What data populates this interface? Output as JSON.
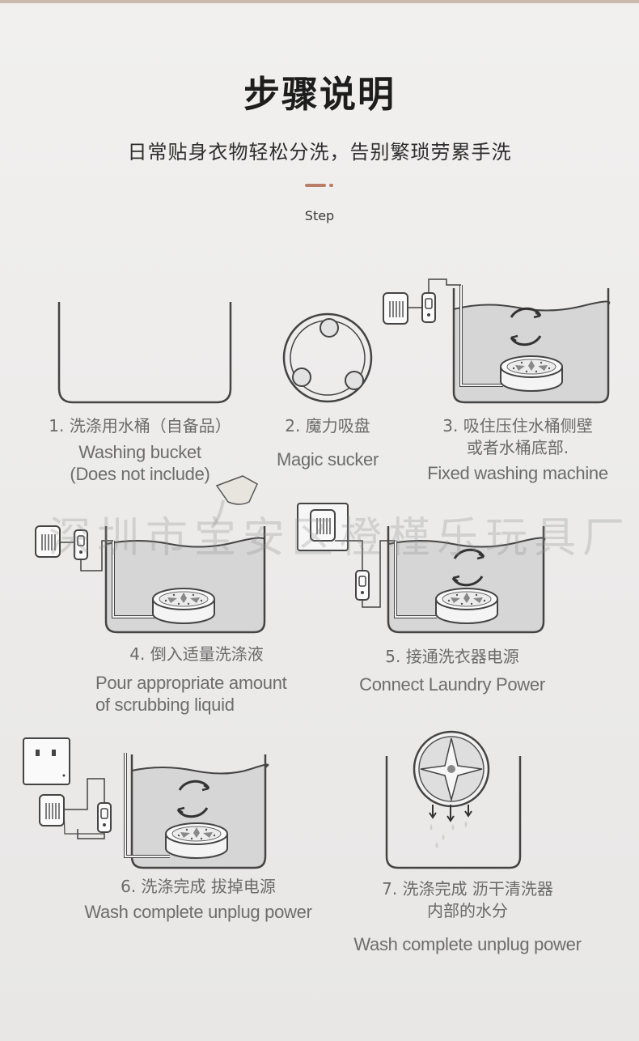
{
  "header": {
    "title": "步骤说明",
    "subtitle": "日常贴身衣物轻松分洗，告别繁琐劳累手洗",
    "step_word": "Step"
  },
  "watermark": "深圳市宝安区橙槿乐玩具厂",
  "steps": [
    {
      "cn": "1. 洗涤用水桶（自备品）",
      "en": [
        "Washing bucket",
        "(Does not include)"
      ]
    },
    {
      "cn": "2. 魔力吸盘",
      "en": [
        "Magic sucker"
      ]
    },
    {
      "cn": [
        "3. 吸住压住水桶侧壁",
        "或者水桶底部."
      ],
      "en": [
        "Fixed washing machine"
      ]
    },
    {
      "cn": "4. 倒入适量洗涤液",
      "en": [
        "Pour appropriate amount",
        "of scrubbing liquid"
      ]
    },
    {
      "cn": "5. 接通洗衣器电源",
      "en": [
        "Connect Laundry Power"
      ]
    },
    {
      "cn": "6. 洗涤完成 拔掉电源",
      "en": [
        "Wash complete unplug power"
      ]
    },
    {
      "cn": [
        "7. 洗涤完成 沥干清洗器",
        "内部的水分"
      ],
      "en": [
        "Wash complete unplug power"
      ]
    }
  ],
  "colors": {
    "accent": "#b87e67",
    "water": "#d6d6d6",
    "line": "#4a4a4a"
  }
}
